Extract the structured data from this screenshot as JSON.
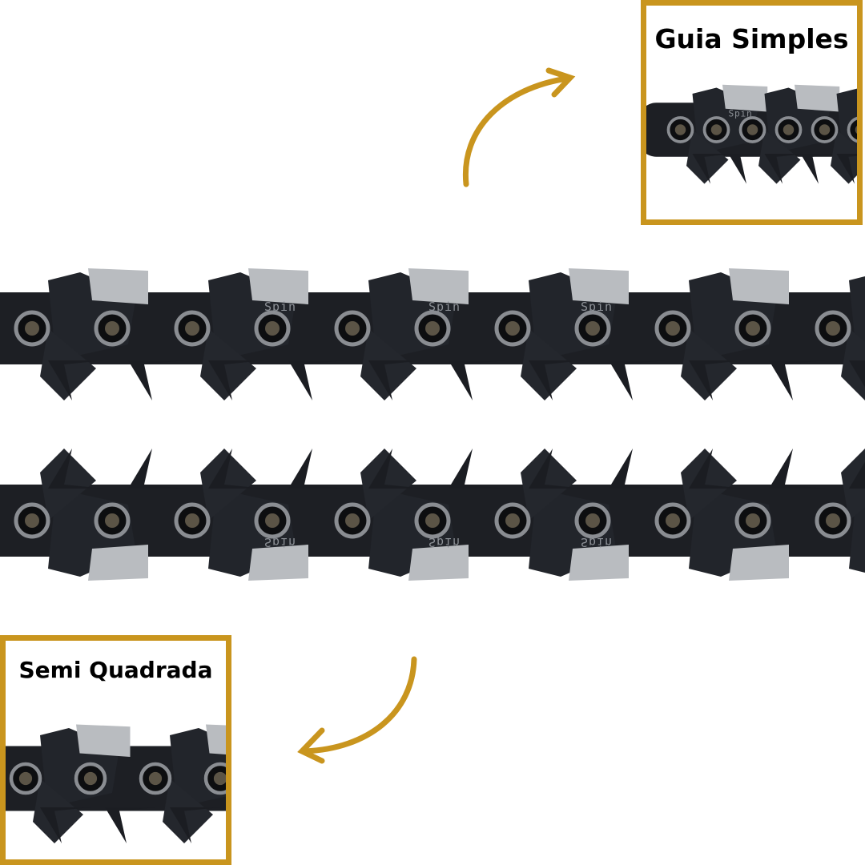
{
  "callouts": {
    "top": {
      "label": "Guia Simples"
    },
    "bottom": {
      "label": "Semi Quadrada"
    }
  },
  "chain_marking": "Spin",
  "colors": {
    "accent": "#C9951E",
    "chain": "#1d1f24",
    "cutter": "#b9bcc0"
  }
}
